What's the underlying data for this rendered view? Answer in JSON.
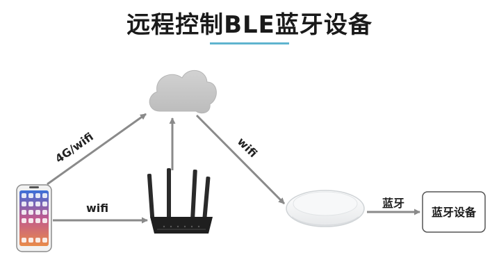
{
  "title": "远程控制BLE蓝牙设备",
  "labels": {
    "phone_cloud": "4G/wifi",
    "phone_router": "wifi",
    "cloud_gateway": "wifi",
    "gateway_device": "蓝牙"
  },
  "device_box": {
    "text": "蓝牙设备"
  },
  "icons": {
    "cloud": "cloud-icon",
    "phone": "smartphone-icon",
    "router": "router-icon",
    "gateway": "ceiling-gateway-icon"
  },
  "colors": {
    "title_underline": "#5fb4cf",
    "arrow": "#8a8a8a",
    "cloud": "#c8c8c8"
  }
}
